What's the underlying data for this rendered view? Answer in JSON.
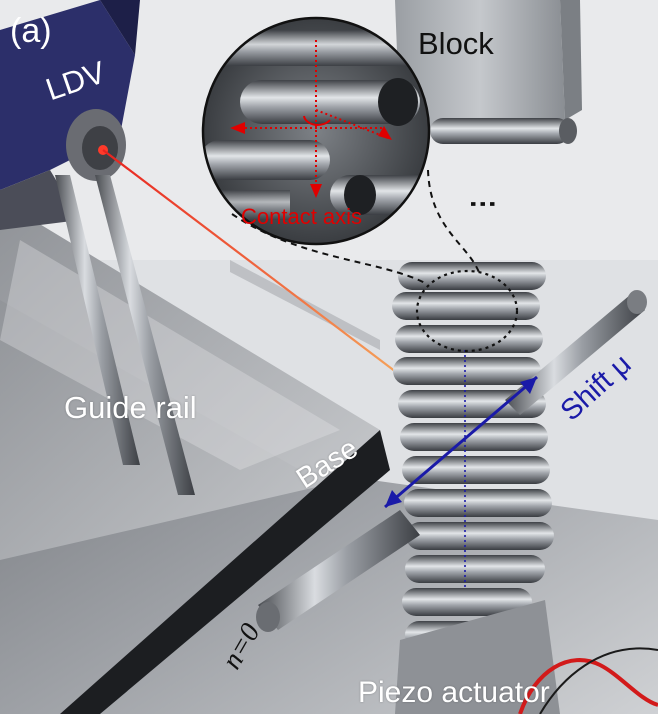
{
  "figure": {
    "panel_label": "(a)",
    "labels": {
      "ldv": "LDV",
      "block": "Block",
      "contact_axis": "Contact axis",
      "guide_rail": "Guide rail",
      "base": "Base",
      "shift": "Shift μ",
      "n_zero": "n=0",
      "piezo": "Piezo actuator",
      "ellipsis": "⋮"
    },
    "colors": {
      "laser": "#e8231f",
      "contact_axis": "#e00000",
      "shift_arrow": "#1a1aa8",
      "ldv_body": "#2c2f6a",
      "background": "#dfe1e4"
    }
  }
}
